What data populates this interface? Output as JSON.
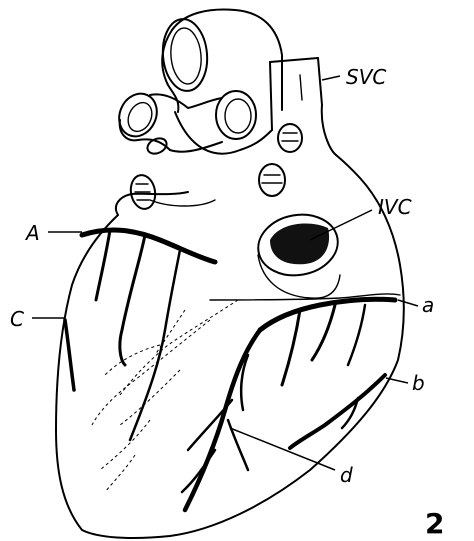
{
  "labels": {
    "svc": "SVC",
    "ivc": "IVC",
    "a_upper": "A",
    "c": "C",
    "a_lower": "a",
    "b": "b",
    "d": "d"
  },
  "figure_number": "2"
}
